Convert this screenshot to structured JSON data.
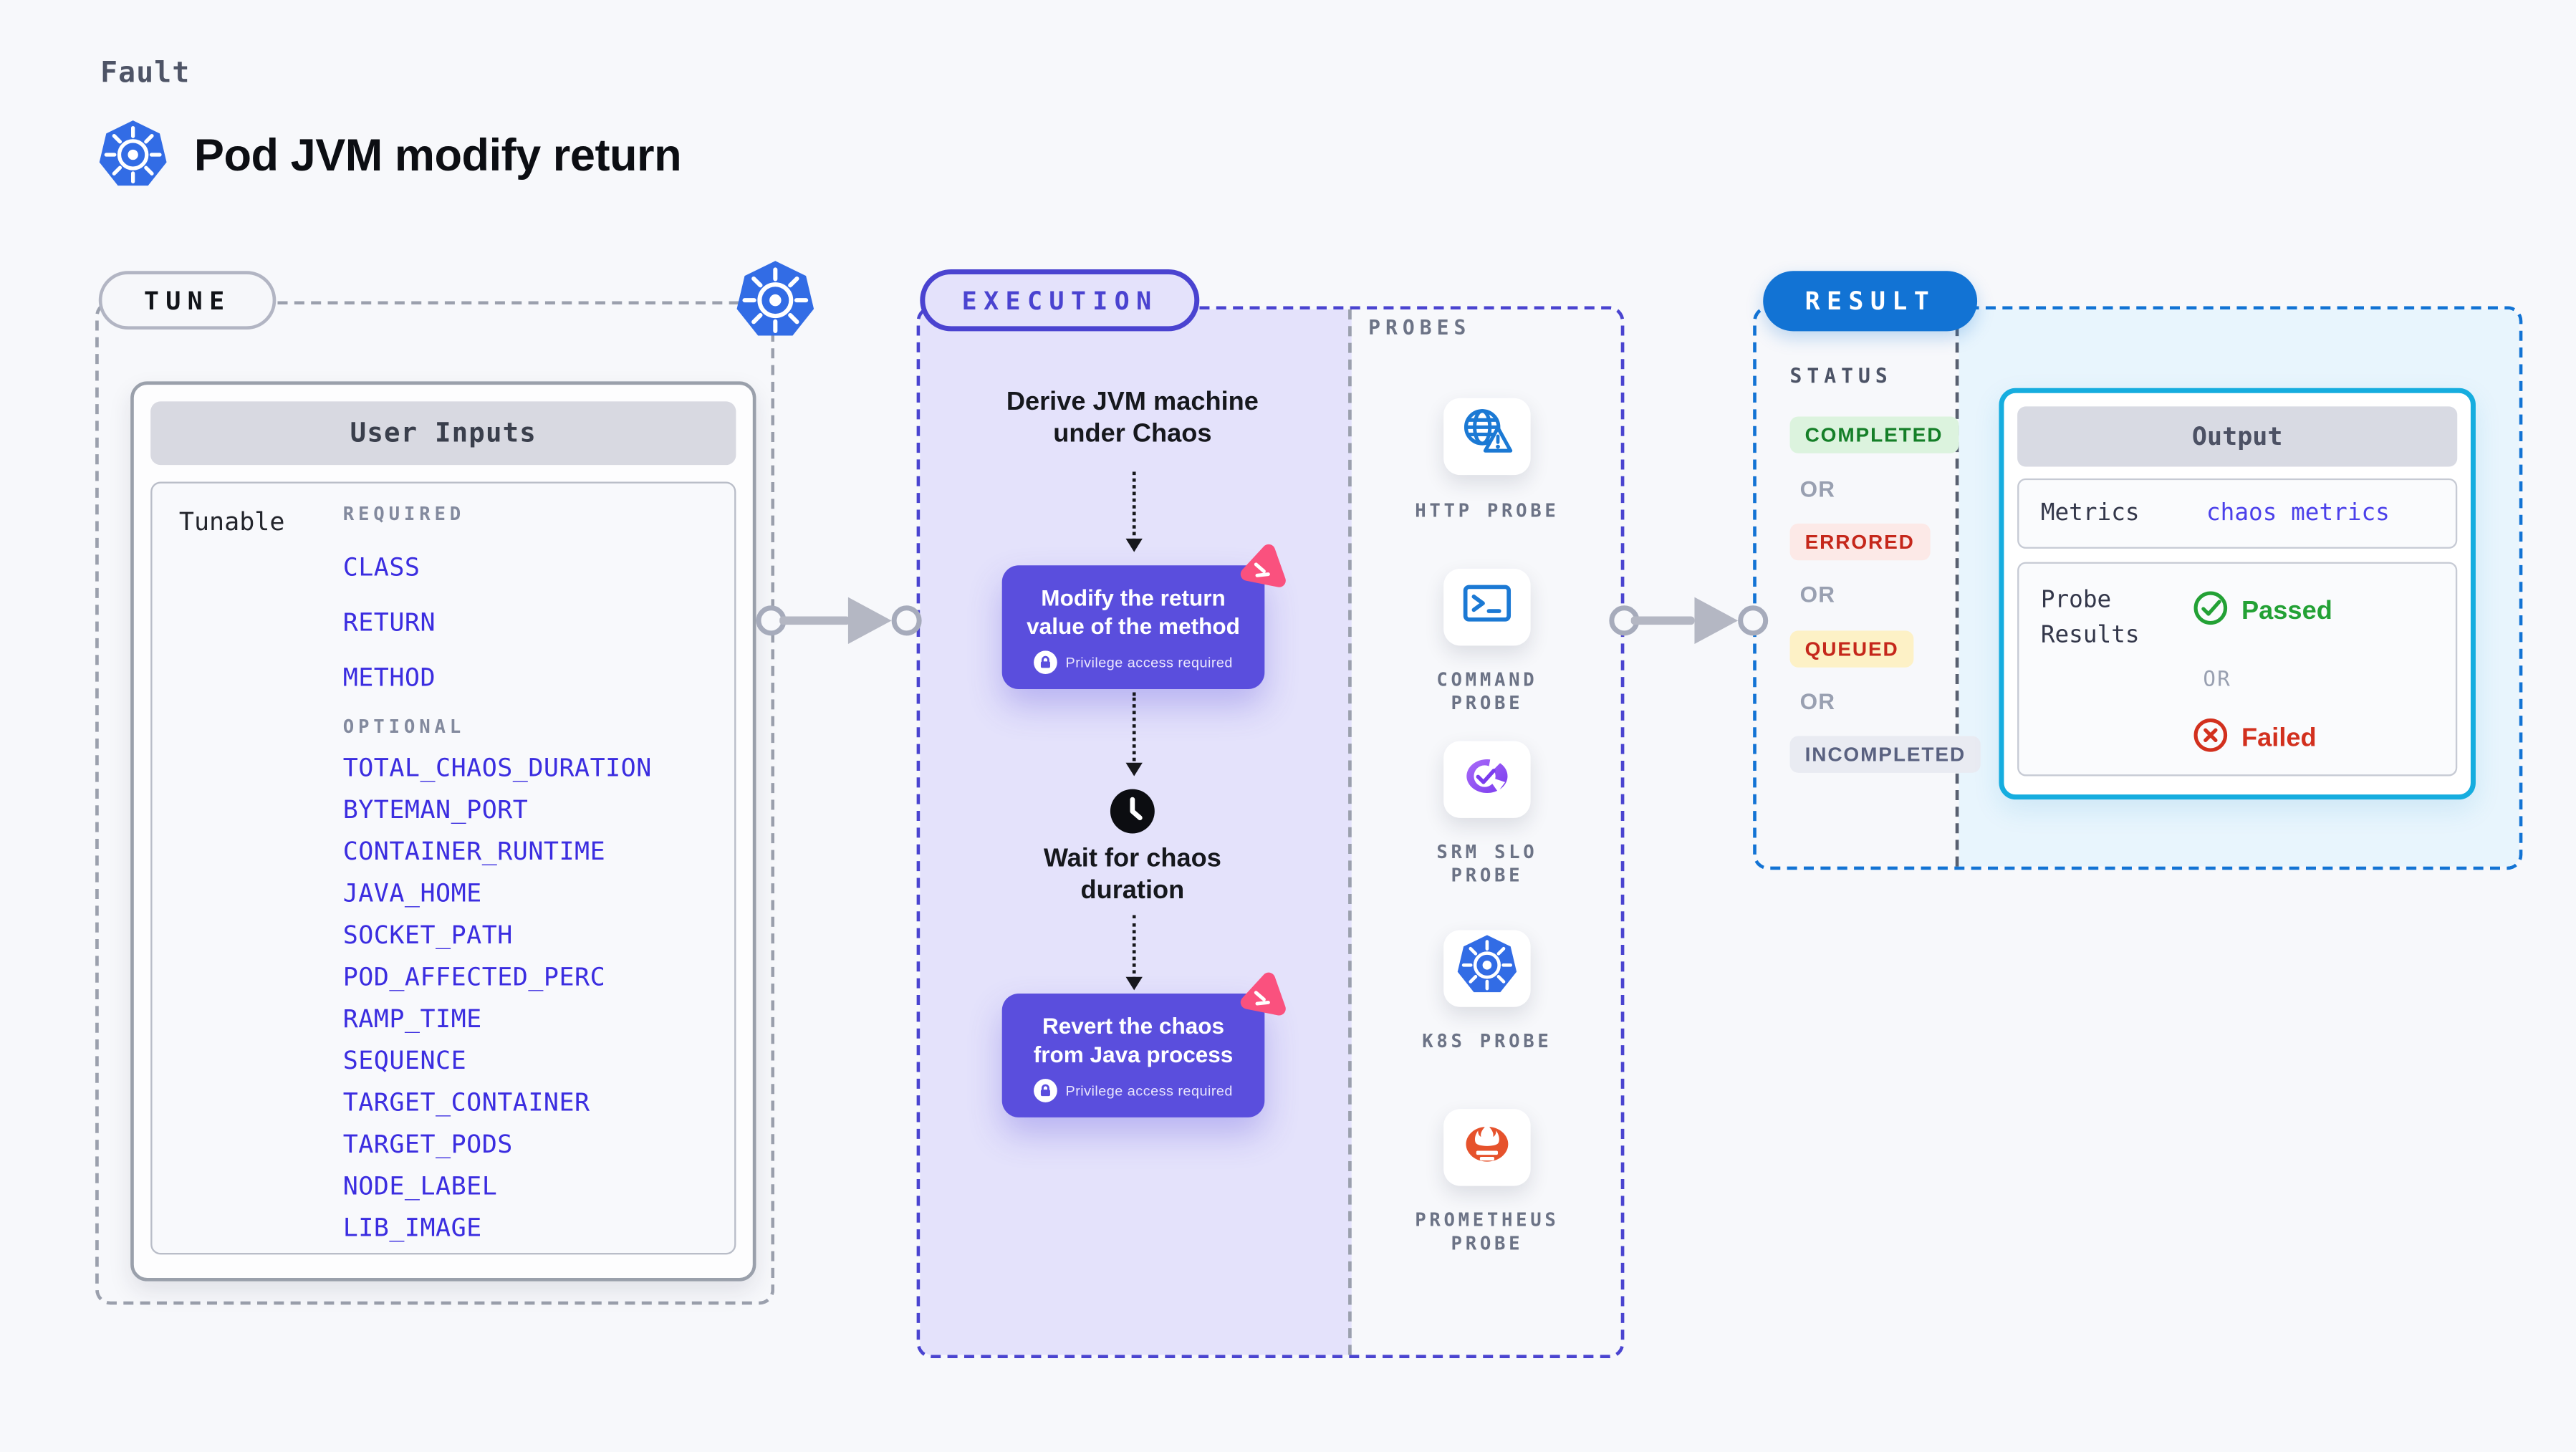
{
  "page": {
    "kicker": "Fault",
    "title": "Pod JVM modify return"
  },
  "tune": {
    "badge": "TUNE",
    "card_title": "User Inputs",
    "tunable_label": "Tunable",
    "required_label": "REQUIRED",
    "required_items": [
      "CLASS",
      "RETURN",
      "METHOD"
    ],
    "optional_label": "OPTIONAL",
    "optional_items": [
      "TOTAL_CHAOS_DURATION",
      "BYTEMAN_PORT",
      "CONTAINER_RUNTIME",
      "JAVA_HOME",
      "SOCKET_PATH",
      "POD_AFFECTED_PERC",
      "RAMP_TIME",
      "SEQUENCE",
      "TARGET_CONTAINER",
      "TARGET_PODS",
      "NODE_LABEL",
      "LIB_IMAGE"
    ]
  },
  "execution": {
    "badge": "EXECUTION",
    "probes_label": "PROBES",
    "steps": {
      "derive": "Derive JVM machine under Chaos",
      "modify_title": "Modify the return value of the method",
      "modify_note": "Privilege access required",
      "wait": "Wait for chaos duration",
      "revert_title": "Revert the chaos from Java process",
      "revert_note": "Privilege access required"
    }
  },
  "probes": {
    "items": [
      {
        "name": "HTTP PROBE",
        "icon": "http-probe-icon"
      },
      {
        "name": "COMMAND PROBE",
        "icon": "command-probe-icon"
      },
      {
        "name": "SRM SLO PROBE",
        "icon": "srm-slo-probe-icon"
      },
      {
        "name": "K8S PROBE",
        "icon": "k8s-probe-icon"
      },
      {
        "name": "PROMETHEUS PROBE",
        "icon": "prometheus-probe-icon"
      }
    ]
  },
  "result": {
    "badge": "RESULT",
    "status_label": "STATUS",
    "or_label": "OR",
    "statuses": [
      {
        "label": "COMPLETED",
        "kind": "completed"
      },
      {
        "label": "ERRORED",
        "kind": "errored"
      },
      {
        "label": "QUEUED",
        "kind": "queued"
      },
      {
        "label": "INCOMPLETED",
        "kind": "incompleted"
      }
    ],
    "output": {
      "title": "Output",
      "metrics_label": "Metrics",
      "metrics_value": "chaos metrics",
      "probe_results_label": "Probe Results",
      "passed_label": "Passed",
      "or_label": "OR",
      "failed_label": "Failed"
    }
  },
  "icons": {
    "kubernetes": "blue heptagon with white helm wheel",
    "chaos": "pink rounded triangle with white squiggles",
    "clock": "black circle clock",
    "lock": "purple padlock in white circle",
    "check_circle": "green check in circle",
    "x_circle": "red x in circle"
  },
  "colors": {
    "page_bg": "#f7f8fb",
    "accent_purple": "#5a4edd",
    "accent_indigo": "#4a43d0",
    "accent_blue": "#1273d4",
    "accent_cyan": "#16addf",
    "lavender_fill": "#e4e2fb",
    "cyan_fill": "#e8f5fd",
    "item_blue": "#3b2de0",
    "success_green": "#23a135",
    "error_red": "#c5271b",
    "pink": "#fa517e",
    "k8s_blue": "#326ce5",
    "prometheus_orange": "#e6522c"
  }
}
